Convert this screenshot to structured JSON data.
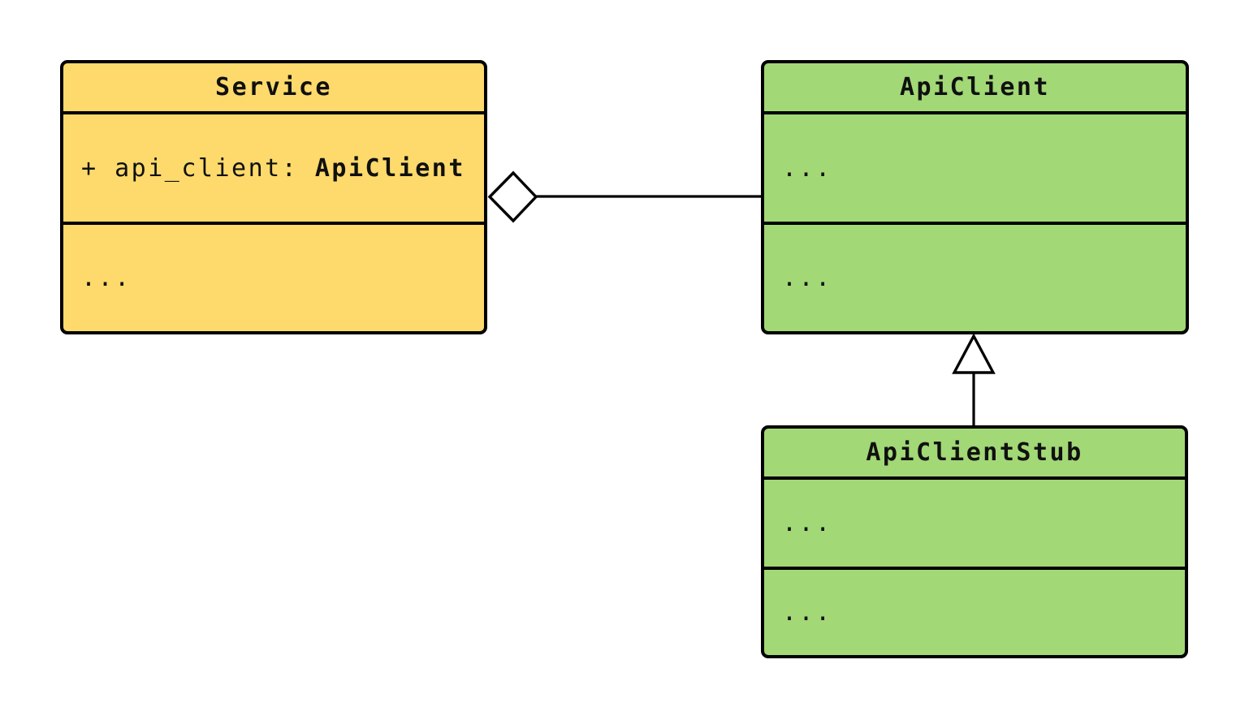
{
  "diagram_type": "uml-class-diagram",
  "colors": {
    "service_fill": "#FDDA6B",
    "client_fill": "#A2D876",
    "stroke": "#000000",
    "background": "#FFFFFF"
  },
  "classes": {
    "service": {
      "name": "Service",
      "attribute": {
        "prefix": "+ api_client: ",
        "type": "ApiClient"
      },
      "methods_ellipsis": "..."
    },
    "api_client": {
      "name": "ApiClient",
      "attributes_ellipsis": "...",
      "methods_ellipsis": "..."
    },
    "api_client_stub": {
      "name": "ApiClientStub",
      "attributes_ellipsis": "...",
      "methods_ellipsis": "..."
    }
  },
  "relationships": [
    {
      "type": "aggregation",
      "from": "Service",
      "to": "ApiClient",
      "marker": "hollow-diamond"
    },
    {
      "type": "inheritance",
      "from": "ApiClientStub",
      "to": "ApiClient",
      "marker": "hollow-triangle"
    }
  ]
}
